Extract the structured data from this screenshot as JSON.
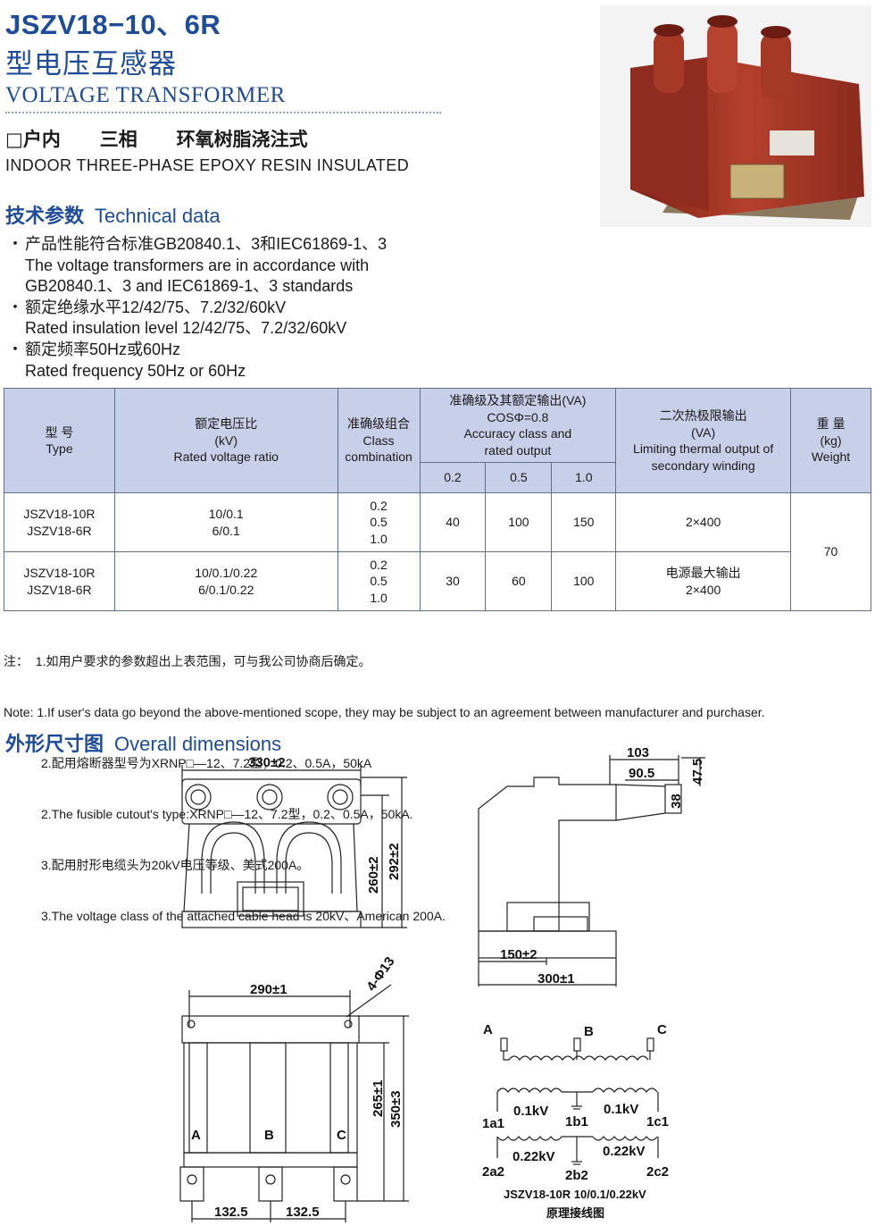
{
  "header": {
    "model": "JSZV18−10、6R",
    "title_cn": "型电压互感器",
    "title_en": "VOLTAGE  TRANSFORMER",
    "subtitle_cn": "□户内      三相      环氧树脂浇注式",
    "subtitle_en": "INDOOR THREE-PHASE EPOXY RESIN INSULATED"
  },
  "tech_section": {
    "heading_cn": "技术参数",
    "heading_en": "Technical data"
  },
  "bullets": [
    {
      "cn": "产品性能符合标准GB20840.1、3和IEC61869-1、3",
      "en": [
        "The voltage transformers are in accordance with",
        "GB20840.1、3 and IEC61869-1、3 standards"
      ]
    },
    {
      "cn": "额定绝缘水平12/42/75、7.2/32/60kV",
      "en": [
        "Rated insulation level 12/42/75、7.2/32/60kV"
      ]
    },
    {
      "cn": "额定频率50Hz或60Hz",
      "en": [
        "Rated frequency 50Hz or 60Hz"
      ]
    }
  ],
  "table": {
    "headers": {
      "type": [
        "型 号",
        "Type"
      ],
      "ratio": [
        "额定电压比",
        "(kV)",
        "Rated voltage ratio"
      ],
      "class": [
        "准确级组合",
        "Class",
        "combination"
      ],
      "accuracy": [
        "准确级及其额定输出(VA)",
        "COSΦ=0.8",
        "Accuracy class and",
        "rated output"
      ],
      "accuracy_sub": [
        "0.2",
        "0.5",
        "1.0"
      ],
      "thermal": [
        "二次热极限输出",
        "(VA)",
        "Limiting thermal output of",
        "secondary winding"
      ],
      "weight": [
        "重 量",
        "(kg)",
        "Weight"
      ]
    },
    "rows": [
      {
        "type": [
          "JSZV18-10R",
          "JSZV18-6R"
        ],
        "ratio": [
          "10/0.1",
          "6/0.1"
        ],
        "class": [
          "0.2",
          "0.5",
          "1.0"
        ],
        "out": [
          "40",
          "100",
          "150"
        ],
        "thermal": [
          "2×400"
        ]
      },
      {
        "type": [
          "JSZV18-10R",
          "JSZV18-6R"
        ],
        "ratio": [
          "10/0.1/0.22",
          "6/0.1/0.22"
        ],
        "class": [
          "0.2",
          "0.5",
          "1.0"
        ],
        "out": [
          "30",
          "60",
          "100"
        ],
        "thermal": [
          "电源最大输出",
          "2×400"
        ]
      }
    ],
    "weight": "70"
  },
  "notes": [
    "注：  1.如用户要求的参数超出上表范围，可与我公司协商后确定。",
    "Note: 1.If user's data go beyond the above-mentioned scope, they may be subject to an agreement between manufacturer and purchaser.",
    "2.配用熔断器型号为XRNP□—12、7.2型，0.2、0.5A，50kA",
    "2.The fusible cutout's type:XRNP□—12、7.2型，0.2、0.5A，50kA.",
    "3.配用肘形电缆头为20kV电压等级、美式200A。",
    "3.The voltage class of the attached cable head is 20kV、American 200A."
  ],
  "dims_section": {
    "heading_cn": "外形尺寸图",
    "heading_en": "Overall dimensions"
  },
  "drawing": {
    "front": [
      "330±2",
      "260±2",
      "292±2"
    ],
    "side": [
      "103",
      "90.5",
      "47.5",
      "38",
      "150±2",
      "300±1"
    ],
    "bottom": [
      "290±1",
      "4-Φ13",
      "265±1",
      "350±3",
      "132.5",
      "132.5"
    ],
    "phases": [
      "A",
      "B",
      "C"
    ],
    "wiring_phases": [
      "A",
      "B",
      "C"
    ],
    "wiring_terms": [
      "1a1",
      "1b1",
      "1c1",
      "2a2",
      "2b2",
      "2c2"
    ],
    "wiring_volt": [
      "0.1kV",
      "0.1kV",
      "0.22kV",
      "0.22kV"
    ],
    "wiring_caption": [
      "JSZV18-10R  10/0.1/0.22kV",
      "原理接线图"
    ]
  },
  "colors": {
    "accent": "#1e4c9a",
    "table_header": "#c8cfe8",
    "product": "#a93a2a"
  }
}
